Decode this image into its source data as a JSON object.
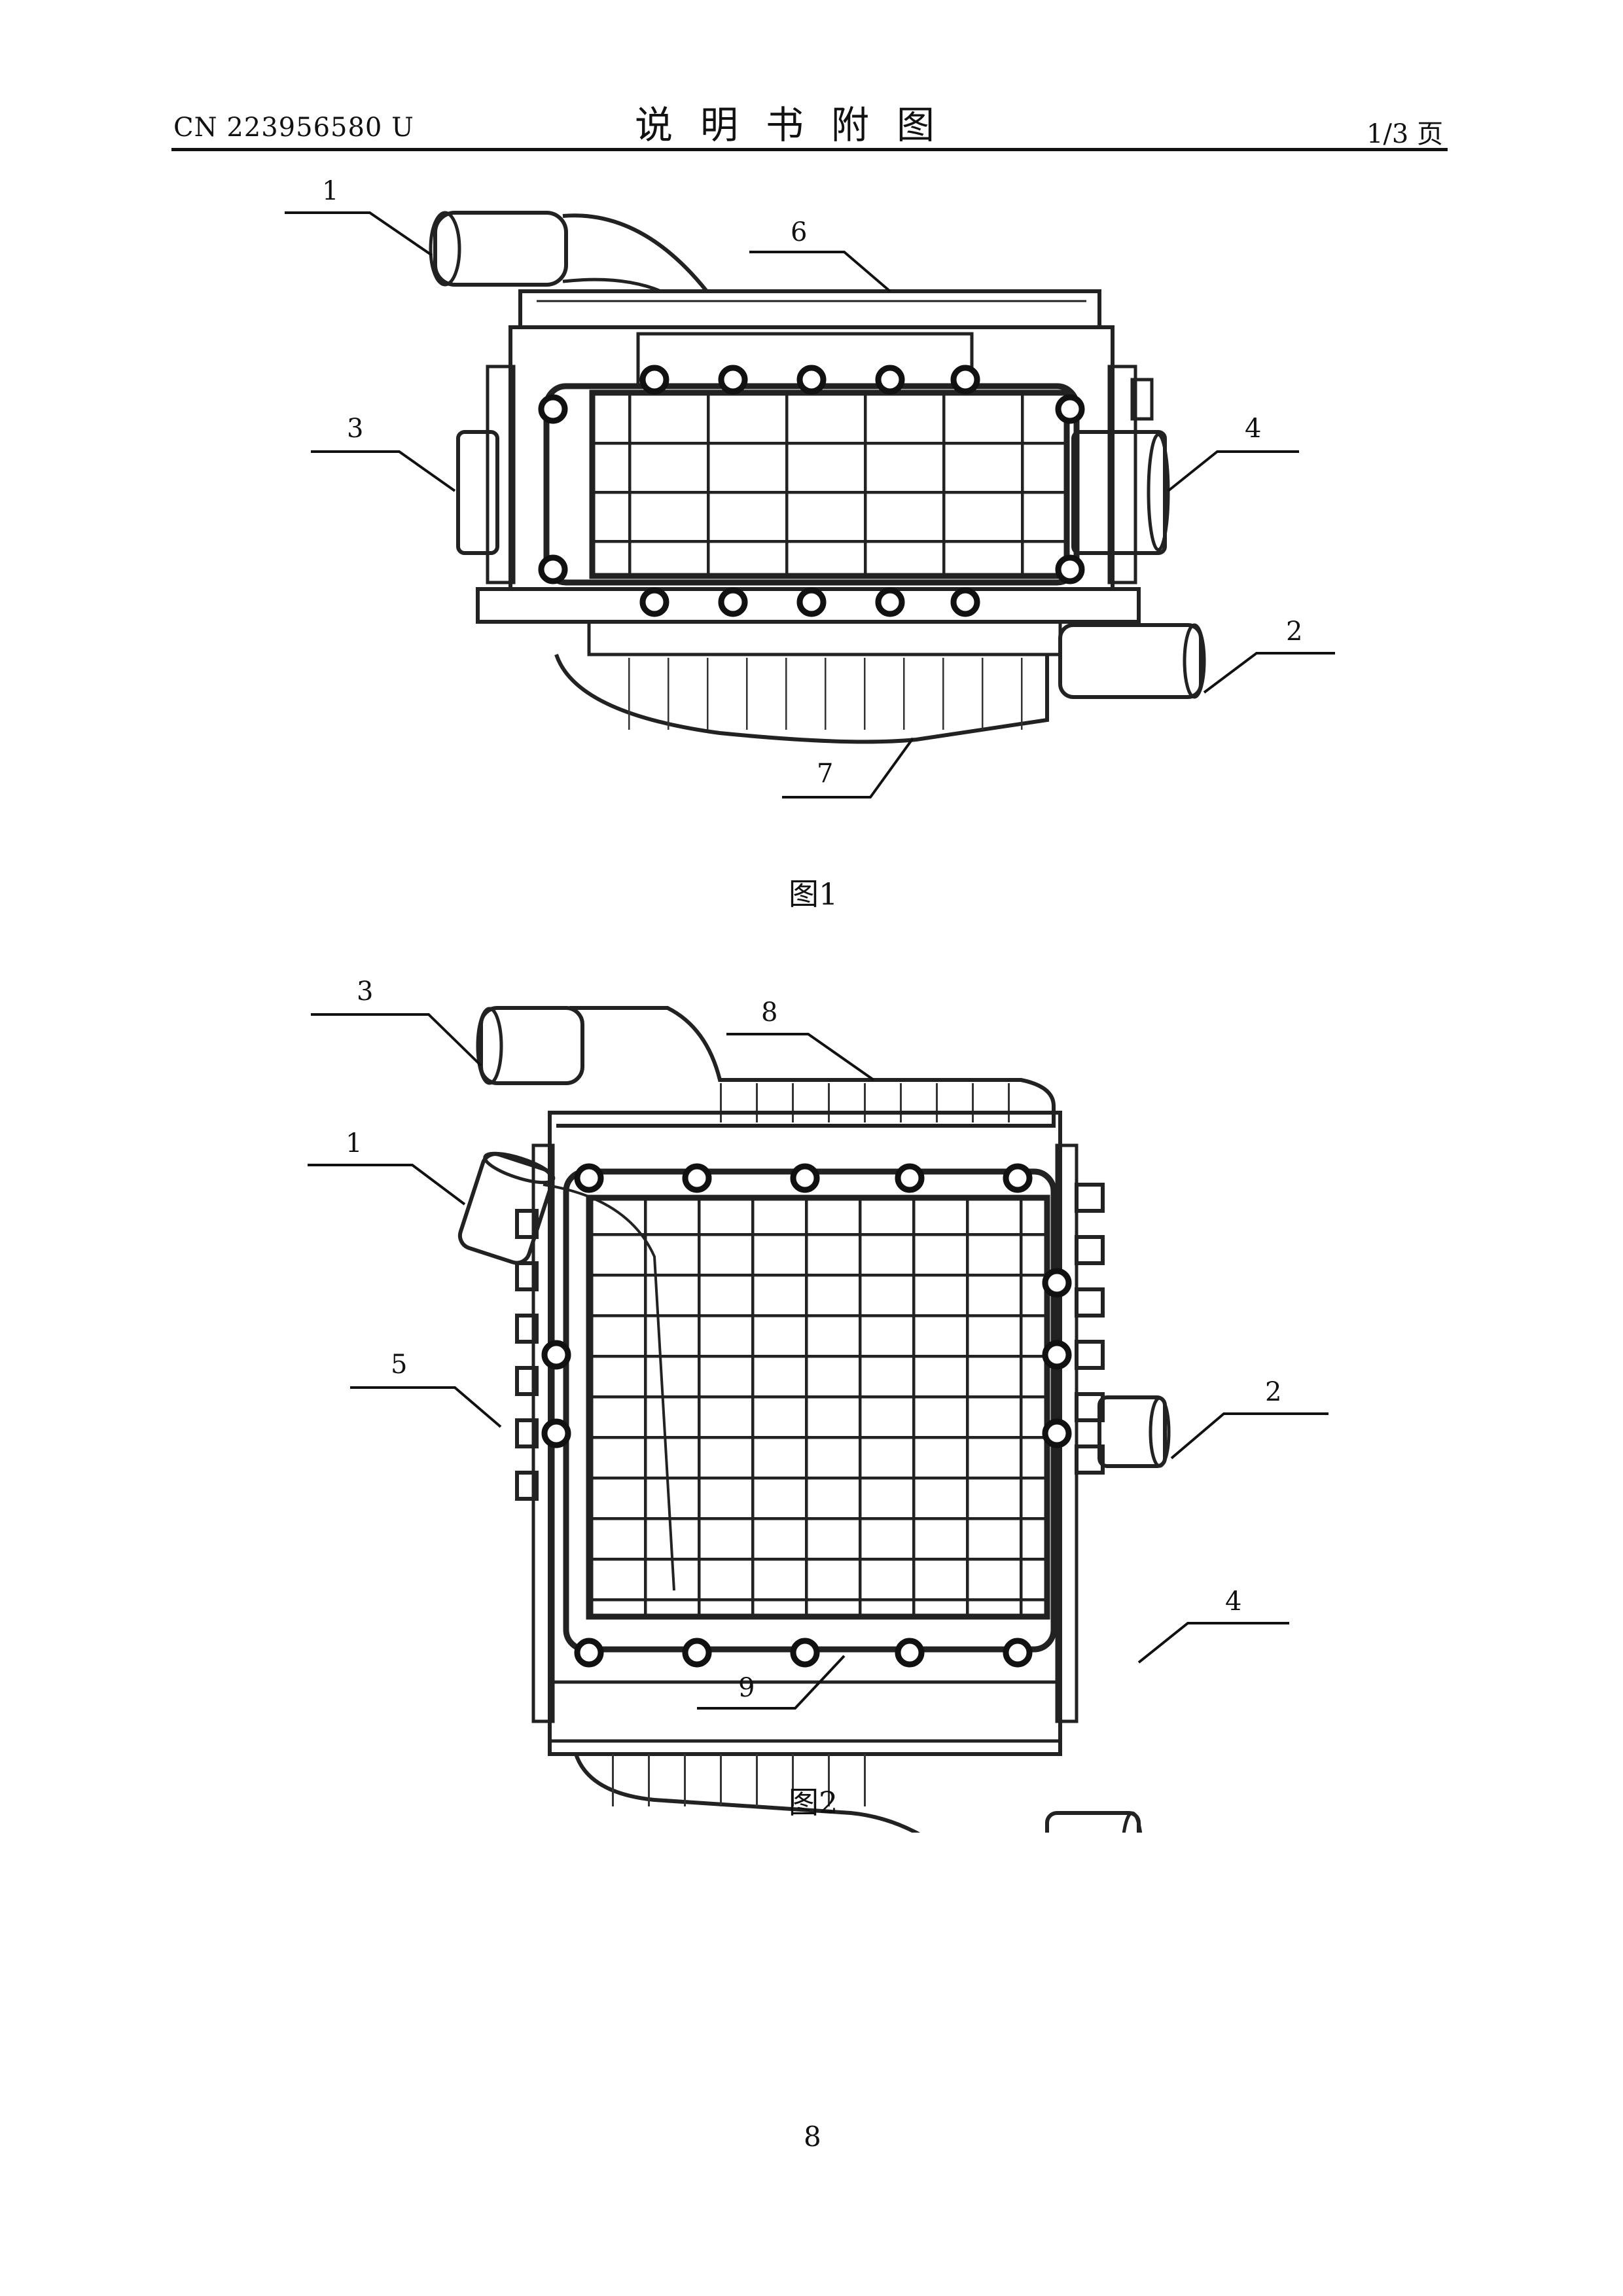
{
  "header": {
    "patent_number": "CN 223956580 U",
    "title": "说明书附图",
    "page_indicator": "1/3 页"
  },
  "figures": [
    {
      "caption": "图1",
      "callouts": [
        "1",
        "6",
        "3",
        "4",
        "2",
        "7"
      ]
    },
    {
      "caption": "图2",
      "callouts": [
        "3",
        "8",
        "1",
        "5",
        "2",
        "4",
        "9"
      ]
    }
  ],
  "footer": {
    "page_number": "8"
  }
}
